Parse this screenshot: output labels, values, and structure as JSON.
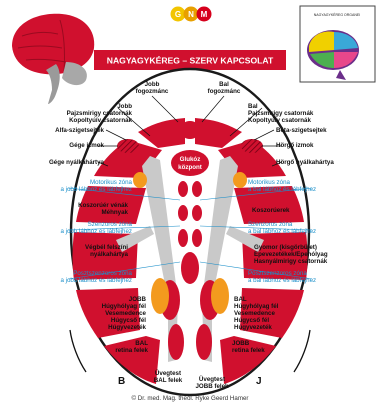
{
  "logo": {
    "letters": [
      "G",
      "N",
      "M"
    ],
    "colors": [
      "#f2c500",
      "#e8a000",
      "#d6001c"
    ]
  },
  "banner": {
    "title": "NAGYAGYKÉREG – SZERV KAPCSOLAT"
  },
  "top_labels": {
    "left": "Jobb fogozmánc",
    "right": "Bal fogozmánc"
  },
  "labels_left": [
    "Jobb",
    "Pajzsmirigy csatornák",
    "Kopoltyúív csatornák",
    "Alfa-szigetsejtek",
    "Gége izmok",
    "Gége nyálkahártya"
  ],
  "labels_right": [
    "Bal",
    "Pajzsmirigy csatornák",
    "Kopoltyúív csatornák",
    "Béta-szigetsejtek",
    "Hörgő izmok",
    "Hörgő nyálkahártya"
  ],
  "center_label": [
    "Glukóz",
    "központ"
  ],
  "zones_left": [
    [
      "Motorikus zóna",
      "a jobb lábhoz és lábfejhez"
    ],
    [
      "Szenzoros zóna",
      "a jobb lábhoz és lábfejhez"
    ],
    [
      "Posztszenzoros zóna",
      "a jobb lábhoz és lábfejhez"
    ]
  ],
  "zones_right": [
    [
      "Motorikus zóna",
      "a bal lábhoz és lábfejhez"
    ],
    [
      "Szenzoros zóna",
      "a bal lábhoz és lábfejhez"
    ],
    [
      "Posztszenzoros zóna",
      "a bal lábhoz és lábfejhez"
    ]
  ],
  "organs_left": [
    [
      "Koszorúér vénák",
      "Méhnyak"
    ],
    [
      "Végbél felszíni",
      "nyálkahártya"
    ],
    [
      "JOBB",
      "Húgyhólyag fél",
      "Vesemedence",
      "Húgycső fél",
      "Húgyvezeték"
    ],
    [
      "BAL",
      "retina felek"
    ]
  ],
  "organs_right": [
    [
      "Koszorúerek"
    ],
    [
      "Gyomor (kisgörbület)",
      "Epevezetékek/Epehólyag",
      "Hasnyálmirigy csatornák"
    ],
    [
      "BAL",
      "Húgyhólyag fél",
      "Vesemedence",
      "Húgycső fél",
      "Húgyvezeték"
    ],
    [
      "JOBB",
      "retina felek"
    ]
  ],
  "bottom_center": [
    [
      "Üvegtest",
      "BAL felek"
    ],
    [
      "Üvegtest",
      "JOBB felek"
    ]
  ],
  "side_letters": {
    "left": "B",
    "right": "J"
  },
  "footer": "© Dr. med. Mag. theol. Ryke Geerd Hamer",
  "thumbnail": {
    "caption": "NAGYAGYKÉREG ORGANEI"
  },
  "colors": {
    "red": "#d0102e",
    "dark_red": "#b3001b",
    "orange": "#f39a1e",
    "gray": "#c9c9c9",
    "blue": "#1b8fc9"
  }
}
